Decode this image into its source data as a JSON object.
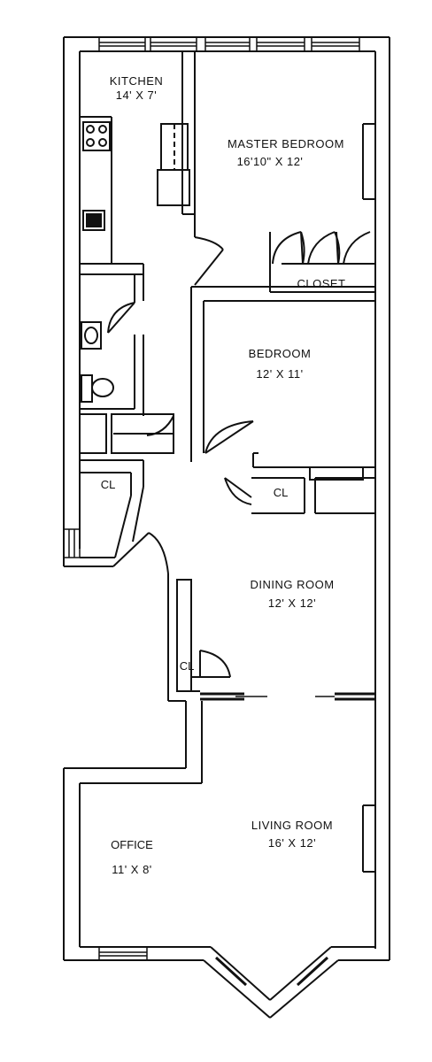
{
  "rooms": {
    "kitchen": {
      "name": "KITCHEN",
      "size": "14' X 7'"
    },
    "master_bedroom": {
      "name": "MASTER BEDROOM",
      "size": "16'10\" X 12'"
    },
    "closet": {
      "name": "CLOSET"
    },
    "bedroom": {
      "name": "BEDROOM",
      "size": "12' X 11'"
    },
    "closet_left": {
      "name": "CL"
    },
    "closet_mid": {
      "name": "CL"
    },
    "closet_dining": {
      "name": "CL"
    },
    "dining_room": {
      "name": "DINING ROOM",
      "size": "12' X 12'"
    },
    "living_room": {
      "name": "LIVING ROOM",
      "size": "16' X 12'"
    },
    "office": {
      "name": "OFFICE",
      "size": "11' X 8'"
    }
  },
  "colors": {
    "wall": "#111111",
    "background": "#ffffff"
  }
}
